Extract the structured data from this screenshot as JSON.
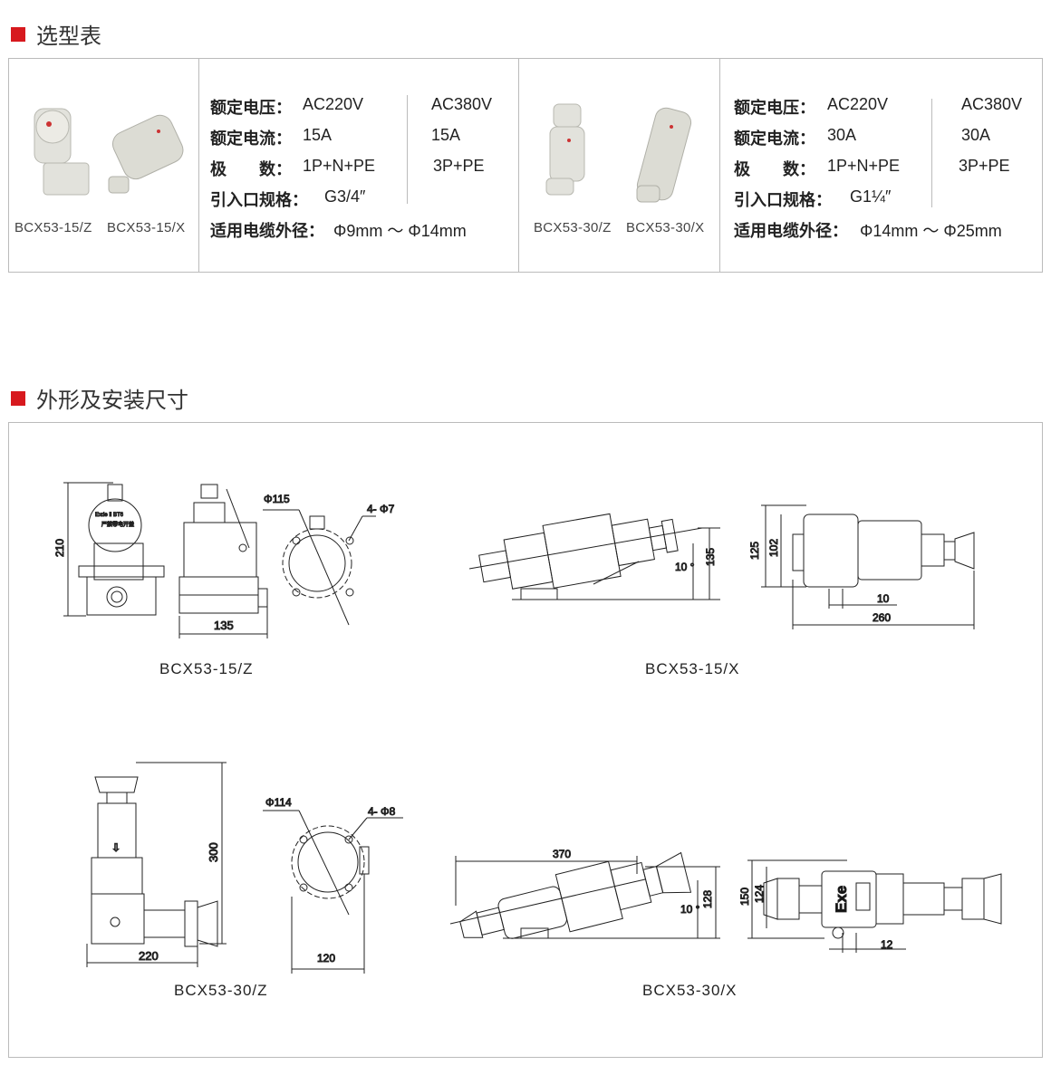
{
  "sections": {
    "selection": "选型表",
    "dimensions": "外形及安装尺寸"
  },
  "selection_table": {
    "models": [
      {
        "photos": [
          "BCX53-15/Z",
          "BCX53-15/X"
        ],
        "specs": {
          "voltage_label": "额定电压：",
          "voltage_1": "AC220V",
          "voltage_2": "AC380V",
          "current_label": "额定电流：",
          "current_1": "15A",
          "current_2": "15A",
          "poles_label": "极　　数：",
          "poles_1": "1P+N+PE",
          "poles_2": "3P+PE",
          "inlet_label": "引入口规格：",
          "inlet": "G3/4″",
          "cable_label": "适用电缆外径：",
          "cable": "Φ9mm ～ Φ14mm"
        }
      },
      {
        "photos": [
          "BCX53-30/Z",
          "BCX53-30/X"
        ],
        "specs": {
          "voltage_label": "额定电压：",
          "voltage_1": "AC220V",
          "voltage_2": "AC380V",
          "current_label": "额定电流：",
          "current_1": "30A",
          "current_2": "30A",
          "poles_label": "极　　数：",
          "poles_1": "1P+N+PE",
          "poles_2": "3P+PE",
          "inlet_label": "引入口规格：",
          "inlet": "G1¼″",
          "cable_label": "适用电缆外径：",
          "cable": "Φ14mm ～ Φ25mm"
        }
      }
    ]
  },
  "drawings": {
    "d1": {
      "caption": "BCX53-15/Z",
      "height": "210",
      "width": "135",
      "dia": "Φ115",
      "holes": "4- Φ7",
      "nameplate_1": "Exde Ⅱ BT6",
      "nameplate_2": "严禁带电开盖"
    },
    "d2": {
      "caption": "BCX53-15/X",
      "angle": "10 °",
      "height": "135",
      "h1": "125",
      "h2": "102",
      "gap": "10",
      "length": "260"
    },
    "d3": {
      "caption": "BCX53-30/Z",
      "height": "300",
      "width": "220",
      "dia": "Φ114",
      "holes": "4- Φ8",
      "base": "120"
    },
    "d4": {
      "caption": "BCX53-30/X",
      "length": "370",
      "angle": "10 °",
      "height": "128",
      "h1": "150",
      "h2": "124",
      "gap": "12",
      "mark": "Exe"
    }
  }
}
